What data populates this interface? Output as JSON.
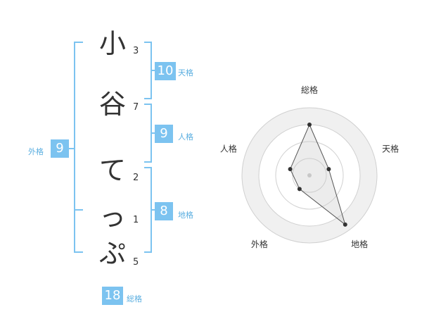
{
  "name": {
    "chars": [
      "小",
      "谷",
      "て",
      "っ",
      "ぷ"
    ],
    "strokes": [
      "3",
      "7",
      "2",
      "1",
      "5"
    ]
  },
  "fortunes": {
    "tenkaku": {
      "value": "10",
      "label": "天格"
    },
    "jinkaku": {
      "value": "9",
      "label": "人格"
    },
    "chikaku": {
      "value": "8",
      "label": "地格"
    },
    "gaikaku": {
      "value": "9",
      "label": "外格"
    },
    "soukaku": {
      "value": "18",
      "label": "総格"
    }
  },
  "colors": {
    "accent": "#7cc3f0",
    "accent_text": "#5aaee0"
  },
  "chart_data": {
    "type": "radar",
    "axes": [
      "総格",
      "天格",
      "地格",
      "外格",
      "人格"
    ],
    "values": [
      0.75,
      0.3,
      0.9,
      0.25,
      0.3
    ],
    "rings": 4
  }
}
